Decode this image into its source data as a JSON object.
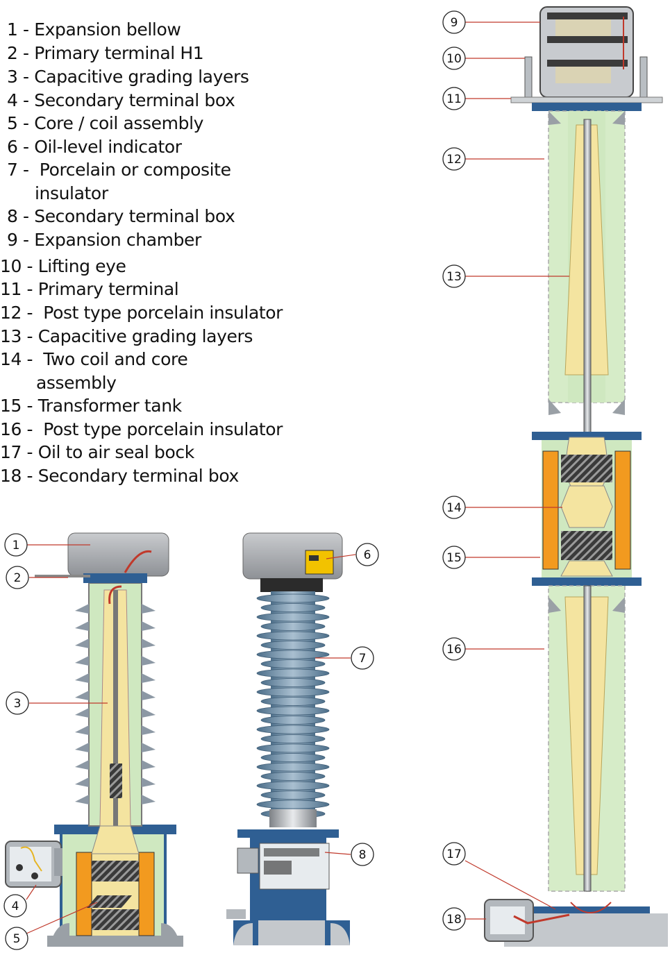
{
  "legend": {
    "items": [
      {
        "num": "1",
        "sep": " - ",
        "text": "Expansion bellow"
      },
      {
        "num": "2",
        "sep": " - ",
        "text": "Primary terminal H1"
      },
      {
        "num": "3",
        "sep": " - ",
        "text": "Capacitive grading layers"
      },
      {
        "num": "4",
        "sep": " - ",
        "text": "Secondary terminal box"
      },
      {
        "num": "5",
        "sep": " - ",
        "text": "Core / coil assembly"
      },
      {
        "num": "6",
        "sep": " - ",
        "text": "Oil-level indicator"
      },
      {
        "num": "7",
        "sep": " -  ",
        "text": "Porcelain or composite",
        "cont": "insulator"
      },
      {
        "num": "8",
        "sep": " - ",
        "text": "Secondary terminal box"
      },
      {
        "num": "9",
        "sep": " - ",
        "text": "Expansion chamber"
      },
      {
        "num": "10",
        "sep": " - ",
        "text": "Lifting eye"
      },
      {
        "num": "11",
        "sep": " - ",
        "text": "Primary terminal"
      },
      {
        "num": "12",
        "sep": " -  ",
        "text": "Post type porcelain insulator"
      },
      {
        "num": "13",
        "sep": " - ",
        "text": "Capacitive grading layers"
      },
      {
        "num": "14",
        "sep": " -  ",
        "text": "Two coil and core",
        "cont": "assembly"
      },
      {
        "num": "15",
        "sep": " - ",
        "text": "Transformer tank"
      },
      {
        "num": "16",
        "sep": " -  ",
        "text": "Post type porcelain insulator"
      },
      {
        "num": "17",
        "sep": " - ",
        "text": "Oil to air seal bock"
      },
      {
        "num": "18",
        "sep": " - ",
        "text": "Secondary terminal box"
      }
    ]
  },
  "callouts": [
    "1",
    "2",
    "3",
    "4",
    "5",
    "6",
    "7",
    "8",
    "9",
    "10",
    "11",
    "12",
    "13",
    "14",
    "15",
    "16",
    "17",
    "18"
  ],
  "colors": {
    "leader": "#c0392b",
    "steel_blue": "#2f5f93",
    "porcelain": "#b9c5cf",
    "insulator_blue": "#6f8fa8",
    "oil_green": "#cfe8c0",
    "paper_yellow": "#f4e4a0",
    "coil_orange": "#f29a1f",
    "cap_grey": "#a8aaad"
  }
}
